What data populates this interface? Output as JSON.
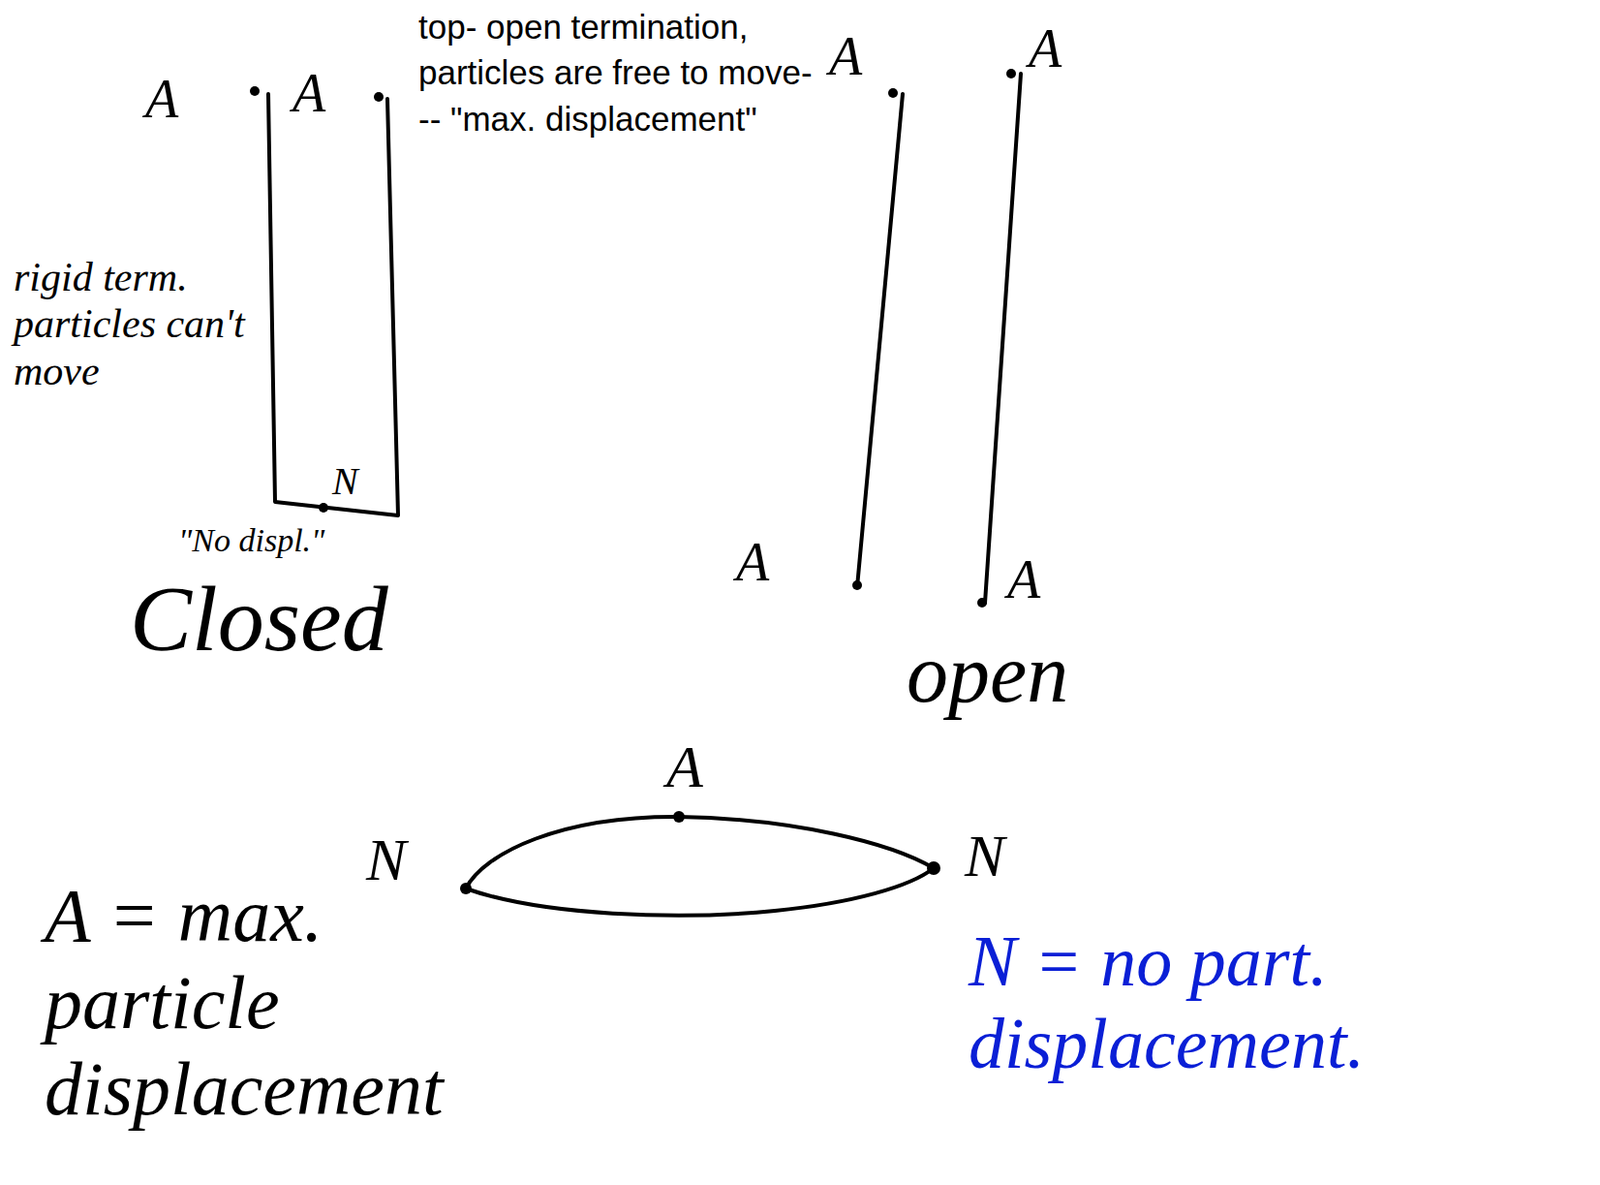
{
  "diagram": {
    "labels": [
      "A",
      "A",
      "top- open termination, particles are free to move--- \"max. displacement\"",
      "A",
      "A",
      "rigid term. particles can't move",
      "N",
      "\"No displ.\"",
      "Closed",
      "A",
      "A",
      "open",
      "A",
      "N",
      "N",
      "A = max. particle displacement",
      "N = no part. displacement."
    ]
  }
}
